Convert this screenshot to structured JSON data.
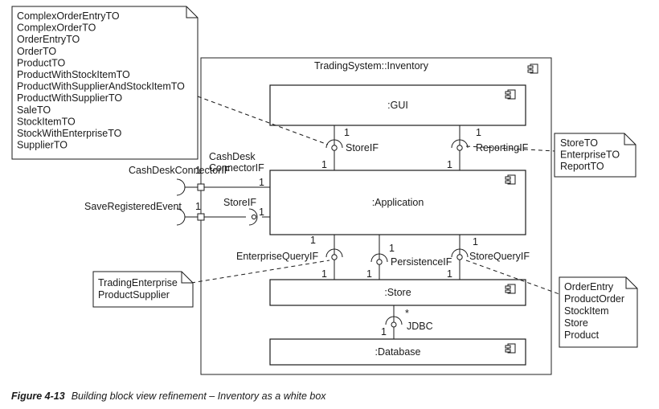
{
  "container": {
    "title": "TradingSystem::Inventory"
  },
  "components": {
    "gui": ":GUI",
    "application": ":Application",
    "store": ":Store",
    "database": ":Database"
  },
  "notes": {
    "transfer_objects": [
      "ComplexOrderEntryTO",
      "ComplexOrderTO",
      "OrderEntryTO",
      "OrderTO",
      "ProductTO",
      "ProductWithStockItemTO",
      "ProductWithSupplierAndStockItemTO",
      "ProductWithSupplierTO",
      "SaleTO",
      "StockItemTO",
      "StockWithEnterpriseTO",
      "SupplierTO"
    ],
    "reporting_objects": [
      "StoreTO",
      "EnterpriseTO",
      "ReportTO"
    ],
    "enterprise_objects": [
      "TradingEnterprise",
      "ProductSupplier"
    ],
    "store_objects": [
      "OrderEntry",
      "ProductOrder",
      "StockItem",
      "Store",
      "Product"
    ]
  },
  "interfaces": {
    "store_if_gui": "StoreIF",
    "reporting_if": "ReportingIF",
    "cashdesk_port_line1": "CashDesk",
    "cashdesk_port_line2": "ConnectorIF",
    "cashdesk_external": "CashDeskConnectorIF",
    "store_if_port": "StoreIF",
    "save_registered_event": "SaveRegisteredEvent",
    "enterprise_query_if": "EnterpriseQueryIF",
    "persistence_if": "PersistenceIF",
    "store_query_if": "StoreQueryIF",
    "jdbc": "JDBC"
  },
  "multiplicities": {
    "one": "1",
    "many": "*"
  },
  "caption": {
    "label": "Figure 4-13",
    "text": "Building block view refinement – Inventory as a white box"
  }
}
